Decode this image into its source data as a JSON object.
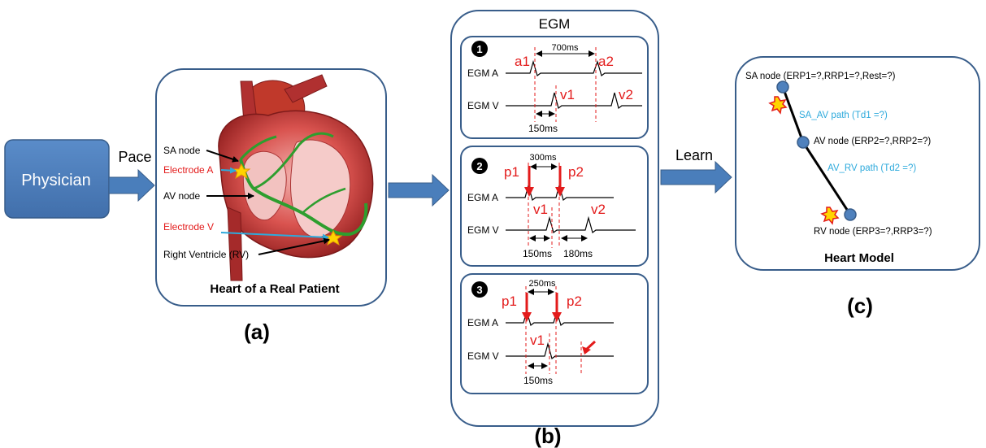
{
  "physician": {
    "label": "Physician"
  },
  "arrows": {
    "pace": "Pace",
    "learn": "Learn"
  },
  "panel_a": {
    "caption": "Heart of a Real Patient",
    "label": "(a)",
    "annotations": {
      "sa_node": "SA node",
      "electrode_a": "Electrode A",
      "av_node": "AV node",
      "electrode_v": "Electrode V",
      "right_ventricle": "Right Ventricle (RV)"
    }
  },
  "panel_b": {
    "title": "EGM",
    "label": "(b)",
    "egm_a_label": "EGM A",
    "egm_v_label": "EGM V",
    "scenarios": [
      {
        "number": "1",
        "top_interval": "700ms",
        "bottom_interval": "150ms",
        "marker_a1": "a1",
        "marker_a2": "a2",
        "marker_v1": "v1",
        "marker_v2": "v2"
      },
      {
        "number": "2",
        "top_interval": "300ms",
        "bottom_interval": "150ms",
        "bottom_interval2": "180ms",
        "marker_p1": "p1",
        "marker_p2": "p2",
        "marker_v1": "v1",
        "marker_v2": "v2"
      },
      {
        "number": "3",
        "top_interval": "250ms",
        "bottom_interval": "150ms",
        "marker_p1": "p1",
        "marker_p2": "p2",
        "marker_v1": "v1"
      }
    ]
  },
  "panel_c": {
    "caption": "Heart Model",
    "label": "(c)",
    "sa_node": "SA node (ERP1=?,RRP1=?,Rest=?)",
    "sa_av_path": "SA_AV path (Td1 =?)",
    "av_node": "AV node (ERP2=?,RRP2=?)",
    "av_rv_path": "AV_RV path (Td2 =?)",
    "rv_node": "RV node (ERP3=?,RRP3=?)"
  },
  "colors": {
    "box_fill": "#4f81bd",
    "box_border": "#385d8a",
    "arrow": "#4a7ebb",
    "red": "#e31b1b",
    "path_label": "#2eaadc",
    "node_fill": "#4f81bd"
  }
}
